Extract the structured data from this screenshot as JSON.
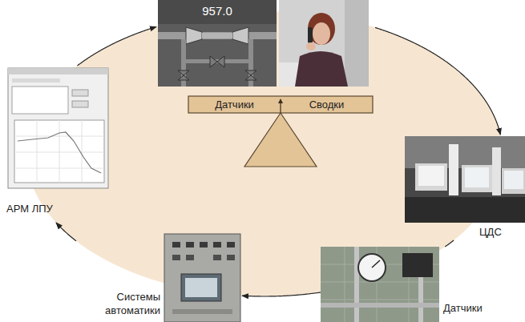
{
  "diagram": {
    "nodes": [
      {
        "text": [
          "Датчики",
          "Сводки"
        ]
      },
      {
        "text": [
          "ЦДС"
        ]
      },
      {
        "text": [
          "Датчики"
        ]
      },
      {
        "text": [
          "Системы автоматики"
        ]
      },
      {
        "text": [
          "АРМ ЛПУ"
        ]
      }
    ],
    "edges": [
      {
        "from": 0,
        "to": 1,
        "arrow": "to"
      },
      {
        "from": 1,
        "to": 2,
        "arrow": "none"
      },
      {
        "from": 2,
        "to": 3,
        "arrow": "to"
      },
      {
        "from": 3,
        "to": 4,
        "arrow": "to"
      },
      {
        "from": 4,
        "to": 0,
        "arrow": "to"
      }
    ],
    "labels": [
      "957.0"
    ]
  }
}
